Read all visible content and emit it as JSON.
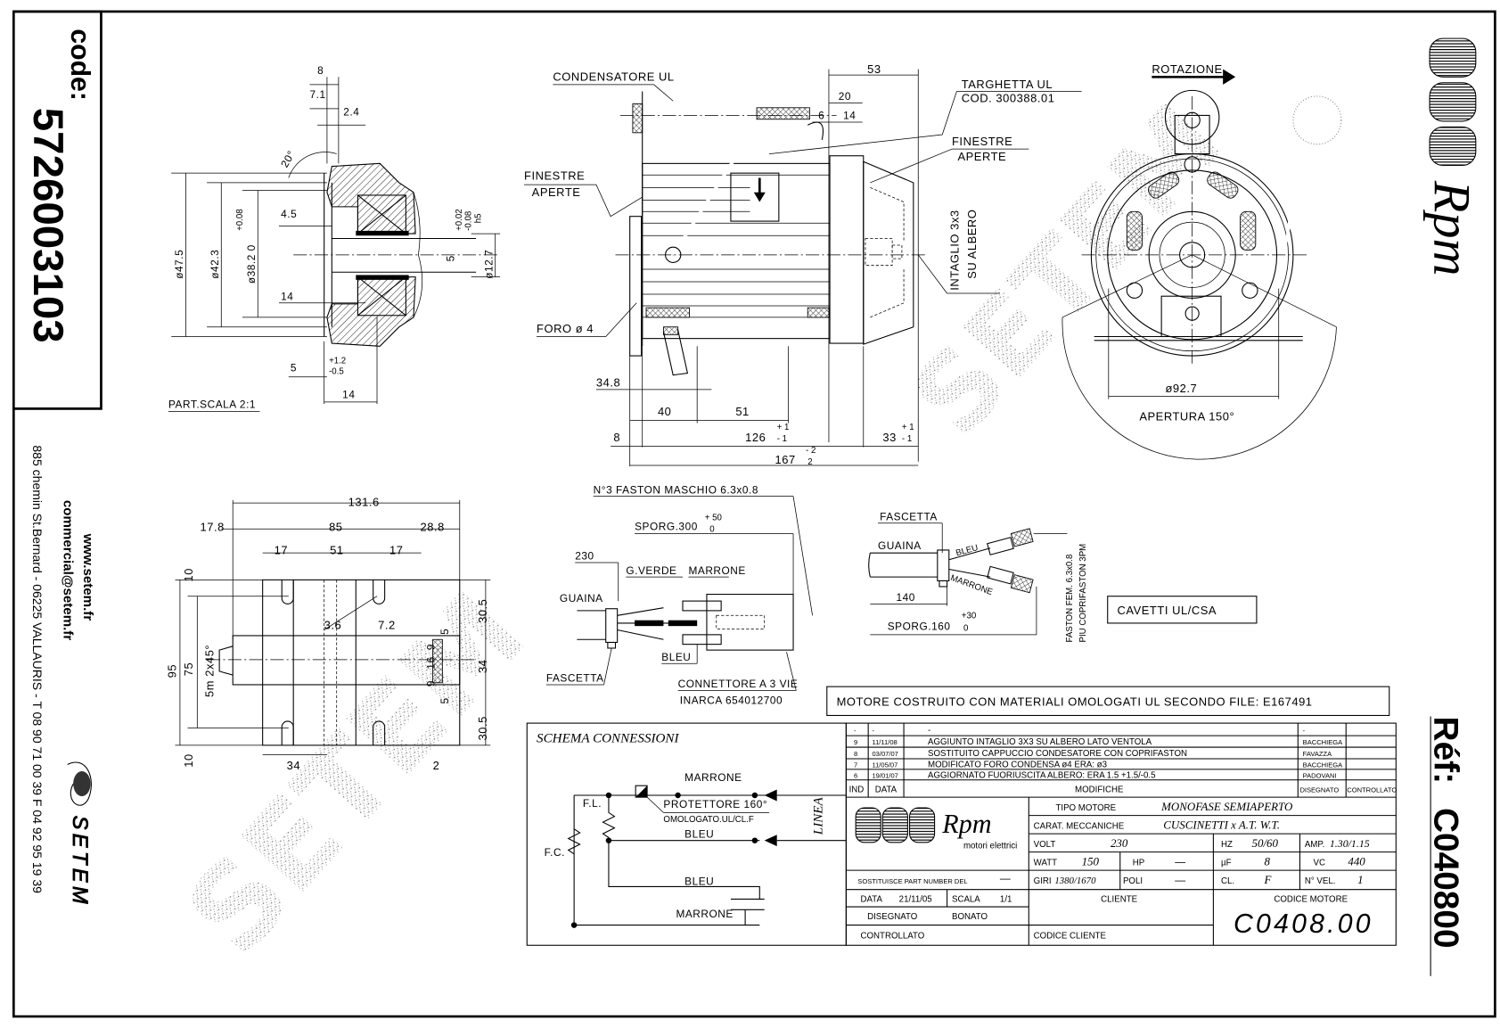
{
  "sidebar": {
    "code_label": "code:",
    "code": "5726003103",
    "web": "www.setem.fr",
    "email": "commercial@setem.fr",
    "address": "885 chemin St.Bernard  -  06225 VALLAURIS  -  T 08 90 71 00 39   F 04 92 95 19 39",
    "brand": "SETEM"
  },
  "watermark": "SETEM",
  "detail": {
    "d8": "8",
    "d71": "7.1",
    "d24": "2.4",
    "angle": "20°",
    "d45": "4.5",
    "d475": "ø47.5",
    "d423": "ø42.3",
    "d382": "ø38.2 0",
    "d382_tol": "+0.08",
    "d14a": "14",
    "d5": "5",
    "tol_plus": "+1.2",
    "tol_minus": "-0.5",
    "d14b": "14",
    "d127": "ø12.7",
    "d5b": "5",
    "tol2_plus": "+0.02",
    "tol2_minus": "-0.08",
    "fit": "h5",
    "caption": "PART.SCALA 2:1"
  },
  "side_view": {
    "condensatore": "CONDENSATORE UL",
    "finestre_left": "FINESTRE",
    "aperte_left": "APERTE",
    "d53": "53",
    "d20": "20",
    "d6": "6",
    "d14": "14",
    "targhetta": "TARGHETTA UL",
    "targhetta_cod": "COD. 300388.01",
    "finestre_right": "FINESTRE",
    "aperte_right": "APERTE",
    "intaglio": "INTAGLIO 3x3",
    "su_albero": "SU ALBERO",
    "foro": "FORO  ø 4",
    "d348": "34.8",
    "d40": "40",
    "d51": "51",
    "d126": "126",
    "d126_tol_plus": "+ 1",
    "d126_tol_minus": "- 1",
    "d8": "8",
    "d33": "33",
    "d33_tol_plus": "+ 1",
    "d33_tol_minus": "- 1",
    "d167": "167",
    "d167_tol_plus": "- 2",
    "d167_tol_minus": "2"
  },
  "front_view": {
    "rotazione": "ROTAZIONE",
    "d927": "ø92.7",
    "apertura": "APERTURA 150°"
  },
  "brand_logo": {
    "name": "Rpm"
  },
  "bottom_view": {
    "d1316": "131.6",
    "d178": "17.8",
    "d85": "85",
    "d288": "28.8",
    "d17a": "17",
    "d51": "51",
    "d17b": "17",
    "d10a": "10",
    "d95": "95",
    "d75": "75",
    "chamfer": "5m 2x45°",
    "d36": "3.6",
    "d72": "7.2",
    "d5a": "5",
    "d9a": "9",
    "d16": "16",
    "d9b": "9",
    "d5b": "5",
    "d305a": "30.5",
    "d34r": "34",
    "d305b": "30.5",
    "d10b": "10",
    "d34": "34",
    "d2": "2"
  },
  "connector": {
    "faston": "N°3 FASTON MASCHIO 6.3x0.8",
    "sporg": "SPORG.300",
    "sporg_tol_plus": "+ 50",
    "sporg_tol_minus": "0",
    "d230": "230",
    "gverde": "G.VERDE",
    "marrone": "MARRONE",
    "guaina": "GUAINA",
    "bleu": "BLEU",
    "fascetta": "FASCETTA",
    "connettore": "CONNETTORE A 3 VIE",
    "inarca": "INARCA 654012700"
  },
  "cable": {
    "fascetta": "FASCETTA",
    "guaina": "GUAINA",
    "bleu": "BLEU",
    "marrone": "MARRONE",
    "d140": "140",
    "sporg": "SPORG.160",
    "sporg_tol_plus": "+30",
    "sporg_tol_minus": "0",
    "faston_fem": "FASTON FEM. 6.3x0.8",
    "coprifaston": "PIU COPRIFASTON 3PM"
  },
  "cavetti": "CAVETTI  UL/CSA",
  "ul_notice": "MOTORE COSTRUITO CON MATERIALI OMOLOGATI UL SECONDO FILE: E167491",
  "schema": {
    "title": "SCHEMA CONNESSIONI",
    "marrone_top": "MARRONE",
    "fl": "F.L.",
    "protettore": "PROTETTORE 160°",
    "omologato": "OMOLOGATO.UL/CL.F",
    "bleu_mid": "BLEU",
    "linea": "LINEA",
    "fc": "F.C.",
    "bleu_low": "BLEU",
    "marrone_low": "MARRONE"
  },
  "revisions": {
    "rows": [
      {
        "ind": "-",
        "date": "-",
        "desc": "-",
        "drawn": "-",
        "checked": ""
      },
      {
        "ind": "9",
        "date": "11/11/08",
        "desc": "AGGIUNTO INTAGLIO 3X3 SU ALBERO LATO VENTOLA",
        "drawn": "BACCHIEGA",
        "checked": ""
      },
      {
        "ind": "8",
        "date": "03/07/07",
        "desc": "SOSTITUITO CAPPUCCIO CONDESATORE CON COPRIFASTON",
        "drawn": "FAVAZZA",
        "checked": ""
      },
      {
        "ind": "7",
        "date": "11/05/07",
        "desc": "MODIFICATO FORO CONDENSA ø4 ERA: ø3",
        "drawn": "BACCHIEGA",
        "checked": ""
      },
      {
        "ind": "6",
        "date": "19/01/07",
        "desc": "AGGIORNATO FUORIUSCITA ALBERO: ERA 1.5 +1.5/-0.5",
        "drawn": "PADOVANI",
        "checked": ""
      }
    ],
    "header": {
      "ind": "IND",
      "date": "DATA",
      "desc": "MODIFICHE",
      "drawn": "DISEGNATO",
      "checked": "CONTROLLATO"
    }
  },
  "title_block": {
    "logo_name": "Rpm",
    "logo_sub": "motori elettrici",
    "tipo_label": "TIPO MOTORE",
    "tipo_value": "MONOFASE SEMIAPERTO",
    "carat_label": "CARAT. MECCANICHE",
    "carat_value": "CUSCINETTI  x  A.T. W.T.",
    "volt_label": "VOLT",
    "volt_value": "230",
    "hz_label": "HZ",
    "hz_value": "50/60",
    "amp_label": "AMP.",
    "amp_value": "1.30/1.15",
    "watt_label": "WATT",
    "watt_value": "150",
    "hp_label": "HP",
    "hp_value": "—",
    "uf_label": "µF",
    "uf_value": "8",
    "vc_label": "VC",
    "vc_value": "440",
    "giri_label": "GIRI",
    "giri_value": "1380/1670",
    "poli_label": "POLI",
    "poli_value": "—",
    "cl_label": "CL.",
    "cl_value": "F",
    "vel_label": "N° VEL.",
    "vel_value": "1",
    "sostituisce": "SOSTITUISCE PART NUMBER DEL",
    "sostituisce_value": "—",
    "data_label": "DATA",
    "data_value": "21/11/05",
    "scala_label": "SCALA",
    "scala_value": "1/1",
    "disegnato_label": "DISEGNATO",
    "disegnato_value": "BONATO",
    "controllato_label": "CONTROLLATO",
    "cliente_label": "CLIENTE",
    "codice_cliente_label": "CODICE CLIENTE",
    "codice_motore_label": "CODICE MOTORE",
    "codice_motore": "C0408.00"
  },
  "reference": {
    "label": "Réf:",
    "value": "C040800"
  }
}
